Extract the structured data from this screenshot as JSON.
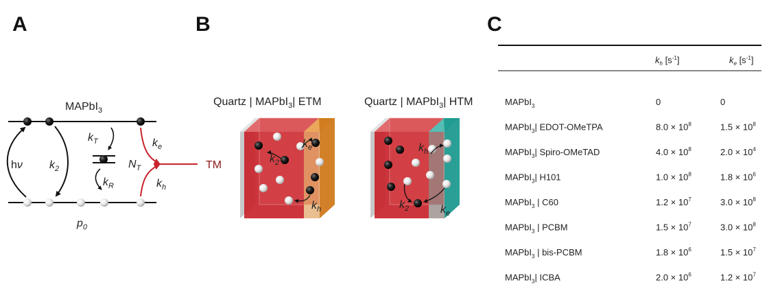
{
  "panels": {
    "a": "A",
    "b": "B",
    "c": "C"
  },
  "diagram_a": {
    "material": "MAPbI3",
    "hv": "hν",
    "k2": "k2",
    "kT": "kT",
    "kR": "kR",
    "NT": "NT",
    "ke": "ke",
    "kh": "kh",
    "p0": "p0",
    "tm": "TM"
  },
  "diagram_b": {
    "etm_title": "Quartz | MAPbI3| ETM",
    "htm_title": "Quartz | MAPbI3| HTM",
    "labels": {
      "k2": "k2",
      "ke": "ke",
      "kh": "kh"
    }
  },
  "table": {
    "headers": {
      "kh": "kh [s-1]",
      "ke": "ke [s-1]"
    },
    "rows": [
      {
        "sample": "MAPbI3",
        "kh": "0",
        "ke": "0"
      },
      {
        "sample": "MAPbI3| EDOT-OMeTPA",
        "kh": "8.0 × 10^8",
        "ke": "1.5 × 10^8"
      },
      {
        "sample": "MAPbI3| Spiro-OMeTAD",
        "kh": "4.0 × 10^8",
        "ke": "2.0 × 10^4"
      },
      {
        "sample": "MAPbI3| H101",
        "kh": "1.0 × 10^8",
        "ke": "1.8 × 10^6"
      },
      {
        "sample": "MAPbI3 | C60",
        "kh": "1.2 × 10^7",
        "ke": "3.0 × 10^8"
      },
      {
        "sample": "MAPbI3 | PCBM",
        "kh": "1.5 × 10^7",
        "ke": "3.0 × 10^8"
      },
      {
        "sample": "MAPbI3 | bis-PCBM",
        "kh": "1.8 × 10^6",
        "ke": "1.5 × 10^7"
      },
      {
        "sample": "MAPbI3| ICBA",
        "kh": "2.0 × 10^6",
        "ke": "1.2 × 10^7"
      }
    ]
  },
  "colors": {
    "red_layer": "#c8242b",
    "orange_layer": "#d07a1e",
    "teal_layer": "#1f9a90",
    "quartz": "#c7c9cb",
    "tm_red": "#8b1a1a"
  }
}
